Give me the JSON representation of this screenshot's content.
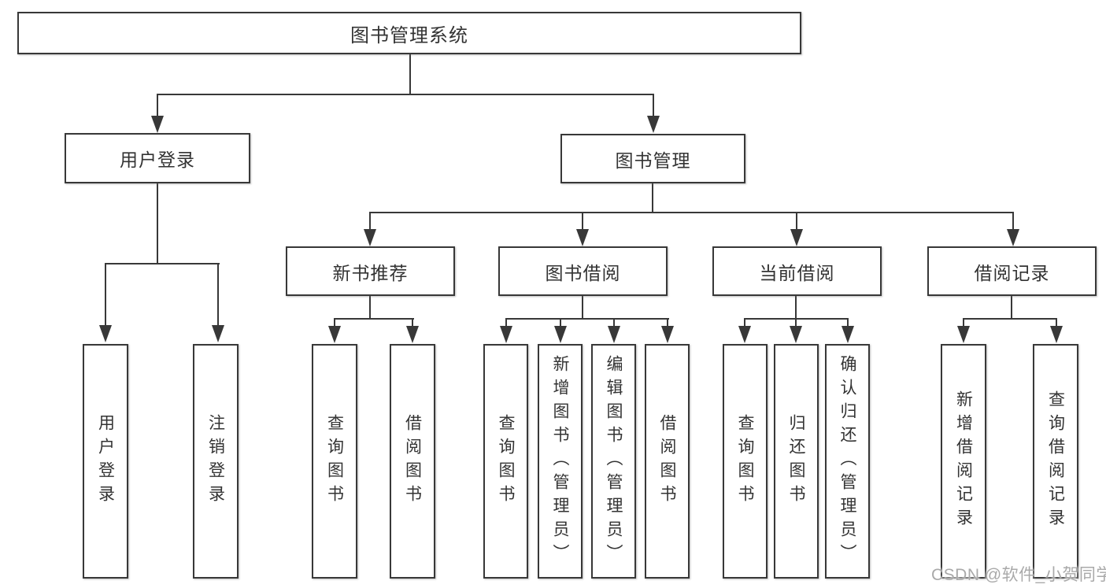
{
  "nodes": {
    "root": {
      "label": "图书管理系统"
    },
    "user_login": {
      "label": "用户登录",
      "children": [
        {
          "label": "用户登录"
        },
        {
          "label": "注销登录"
        }
      ]
    },
    "book_mgmt": {
      "label": "图书管理",
      "children": [
        {
          "label": "新书推荐",
          "children": [
            {
              "label": "查询图书"
            },
            {
              "label": "借阅图书"
            }
          ]
        },
        {
          "label": "图书借阅",
          "children": [
            {
              "label": "查询图书"
            },
            {
              "label": "新增图书（管理员）"
            },
            {
              "label": "编辑图书（管理员）"
            },
            {
              "label": "借阅图书"
            }
          ]
        },
        {
          "label": "当前借阅",
          "children": [
            {
              "label": "查询图书"
            },
            {
              "label": "归还图书"
            },
            {
              "label": "确认归还（管理员）"
            }
          ]
        },
        {
          "label": "借阅记录",
          "children": [
            {
              "label": "新增借阅记录"
            },
            {
              "label": "查询借阅记录"
            }
          ]
        }
      ]
    }
  },
  "watermark": {
    "text": "CSDN @软件_小贺同学"
  },
  "colors": {
    "line": "#383838",
    "text": "#333333",
    "box_background": "#ffffff",
    "watermark": "#a9a9a9"
  }
}
